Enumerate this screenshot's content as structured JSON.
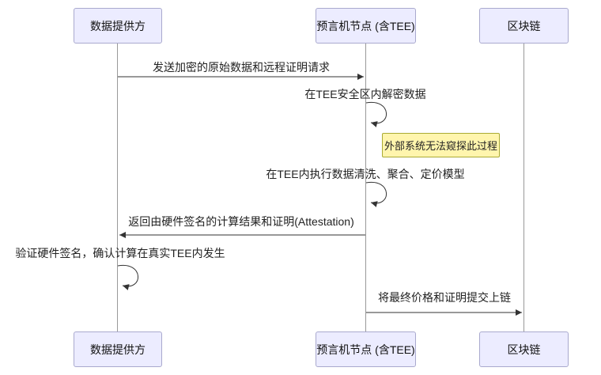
{
  "diagram": {
    "type": "sequence-diagram",
    "actors": [
      {
        "id": "data-provider",
        "label": "数据提供方"
      },
      {
        "id": "oracle-node",
        "label": "预言机节点 (含TEE)"
      },
      {
        "id": "blockchain",
        "label": "区块链"
      }
    ],
    "messages": [
      {
        "from": "data-provider",
        "to": "oracle-node",
        "kind": "solid-arrow",
        "text": "发送加密的原始数据和远程证明请求"
      },
      {
        "from": "oracle-node",
        "to": "oracle-node",
        "kind": "self-arrow",
        "text": "在TEE安全区内解密数据"
      },
      {
        "kind": "note",
        "right_of": "oracle-node",
        "text": "外部系统无法窥探此过程"
      },
      {
        "from": "oracle-node",
        "to": "oracle-node",
        "kind": "self-arrow",
        "text": "在TEE内执行数据清洗、聚合、定价模型"
      },
      {
        "from": "oracle-node",
        "to": "data-provider",
        "kind": "solid-arrow",
        "text": "返回由硬件签名的计算结果和证明(Attestation)"
      },
      {
        "from": "data-provider",
        "to": "data-provider",
        "kind": "self-arrow",
        "text": "验证硬件签名，确认计算在真实TEE内发生"
      },
      {
        "from": "oracle-node",
        "to": "blockchain",
        "kind": "solid-arrow",
        "text": "将最终价格和证明提交上链"
      }
    ],
    "colors": {
      "actor_fill": "#ECECFF",
      "actor_border": "#A9A9CE",
      "note_fill": "#FFF5AD",
      "note_border": "#AAAA33",
      "arrow_line": "#333333",
      "lifeline": "#999999",
      "background": "#FFFFFF"
    }
  }
}
